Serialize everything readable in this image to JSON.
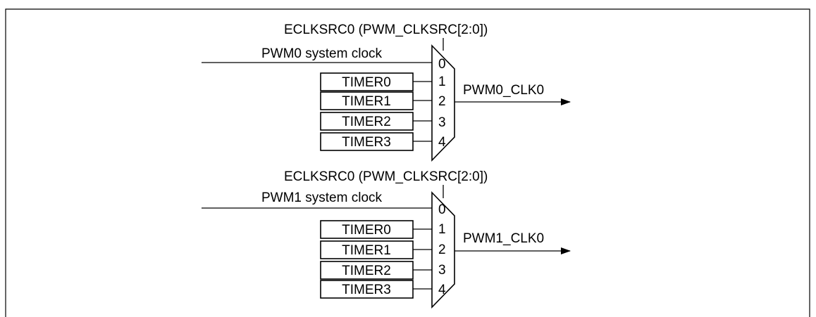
{
  "blocks": [
    {
      "select_label": "ECLKSRC0 (PWM_CLKSRC[2:0])",
      "system_clock_label": "PWM0 system clock",
      "timers": [
        "TIMER0",
        "TIMER1",
        "TIMER2",
        "TIMER3"
      ],
      "mux_inputs": [
        "0",
        "1",
        "2",
        "3",
        "4"
      ],
      "output_label": "PWM0_CLK0"
    },
    {
      "select_label": "ECLKSRC0 (PWM_CLKSRC[2:0])",
      "system_clock_label": "PWM1 system clock",
      "timers": [
        "TIMER0",
        "TIMER1",
        "TIMER2",
        "TIMER3"
      ],
      "mux_inputs": [
        "0",
        "1",
        "2",
        "3",
        "4"
      ],
      "output_label": "PWM1_CLK0"
    }
  ]
}
